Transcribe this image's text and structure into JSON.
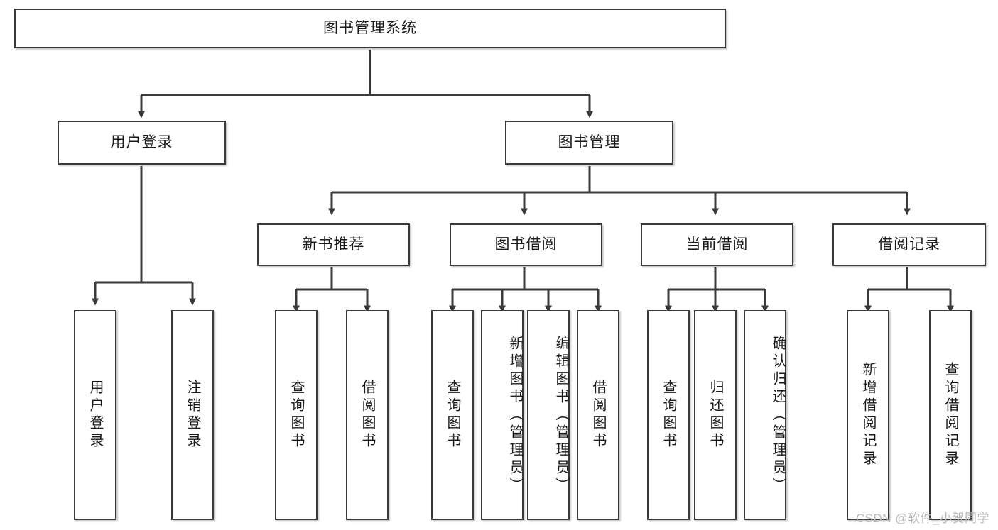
{
  "diagram": {
    "title": "图书管理系统",
    "type": "tree-hierarchy-chart",
    "orientation": "top-down",
    "style": {
      "box_border_color": "#3a3a3a",
      "box_fill_color": "#ffffff",
      "connector_color": "#3a3a3a",
      "text_color": "#1a1a1a",
      "background_color": "#ffffff"
    }
  },
  "root": {
    "label": "图书管理系统"
  },
  "level2": [
    {
      "label": "用户登录"
    },
    {
      "label": "图书管理"
    }
  ],
  "level3": [
    {
      "label": "新书推荐"
    },
    {
      "label": "图书借阅"
    },
    {
      "label": "当前借阅"
    },
    {
      "label": "借阅记录"
    }
  ],
  "leaves": {
    "user_login": [
      {
        "label": "用户登录"
      },
      {
        "label": "注销登录"
      }
    ],
    "new_book_recommend": [
      {
        "label": "查询图书"
      },
      {
        "label": "借阅图书"
      }
    ],
    "book_borrow": [
      {
        "label": "查询图书"
      },
      {
        "label": "新增图书（管理员）"
      },
      {
        "label": "编辑图书（管理员）"
      },
      {
        "label": "借阅图书"
      }
    ],
    "current_borrow": [
      {
        "label": "查询图书"
      },
      {
        "label": "归还图书"
      },
      {
        "label": "确认归还（管理员）"
      }
    ],
    "borrow_record": [
      {
        "label": "新增借阅记录"
      },
      {
        "label": "查询借阅记录"
      }
    ]
  },
  "watermark": {
    "text": "CSDN @软件_小贺同学"
  }
}
